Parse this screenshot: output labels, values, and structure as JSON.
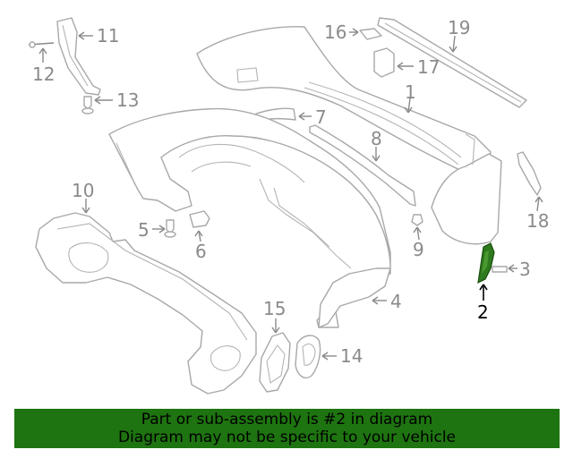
{
  "callouts": [
    {
      "num": "1",
      "highlight": false
    },
    {
      "num": "2",
      "highlight": true
    },
    {
      "num": "3",
      "highlight": false
    },
    {
      "num": "4",
      "highlight": false
    },
    {
      "num": "5",
      "highlight": false
    },
    {
      "num": "6",
      "highlight": false
    },
    {
      "num": "7",
      "highlight": false
    },
    {
      "num": "8",
      "highlight": false
    },
    {
      "num": "9",
      "highlight": false
    },
    {
      "num": "10",
      "highlight": false
    },
    {
      "num": "11",
      "highlight": false
    },
    {
      "num": "12",
      "highlight": false
    },
    {
      "num": "13",
      "highlight": false
    },
    {
      "num": "14",
      "highlight": false
    },
    {
      "num": "15",
      "highlight": false
    },
    {
      "num": "16",
      "highlight": false
    },
    {
      "num": "17",
      "highlight": false
    },
    {
      "num": "18",
      "highlight": false
    },
    {
      "num": "19",
      "highlight": false
    }
  ],
  "colors": {
    "line_art": "#a8a8a8",
    "callout_text": "#8a8a8a",
    "highlight_part": "#2f7a1e",
    "banner_bg": "#1e7410"
  },
  "banner": {
    "line1": "Part or sub-assembly is #2 in diagram",
    "line2": "Diagram may not be specific to your vehicle"
  }
}
